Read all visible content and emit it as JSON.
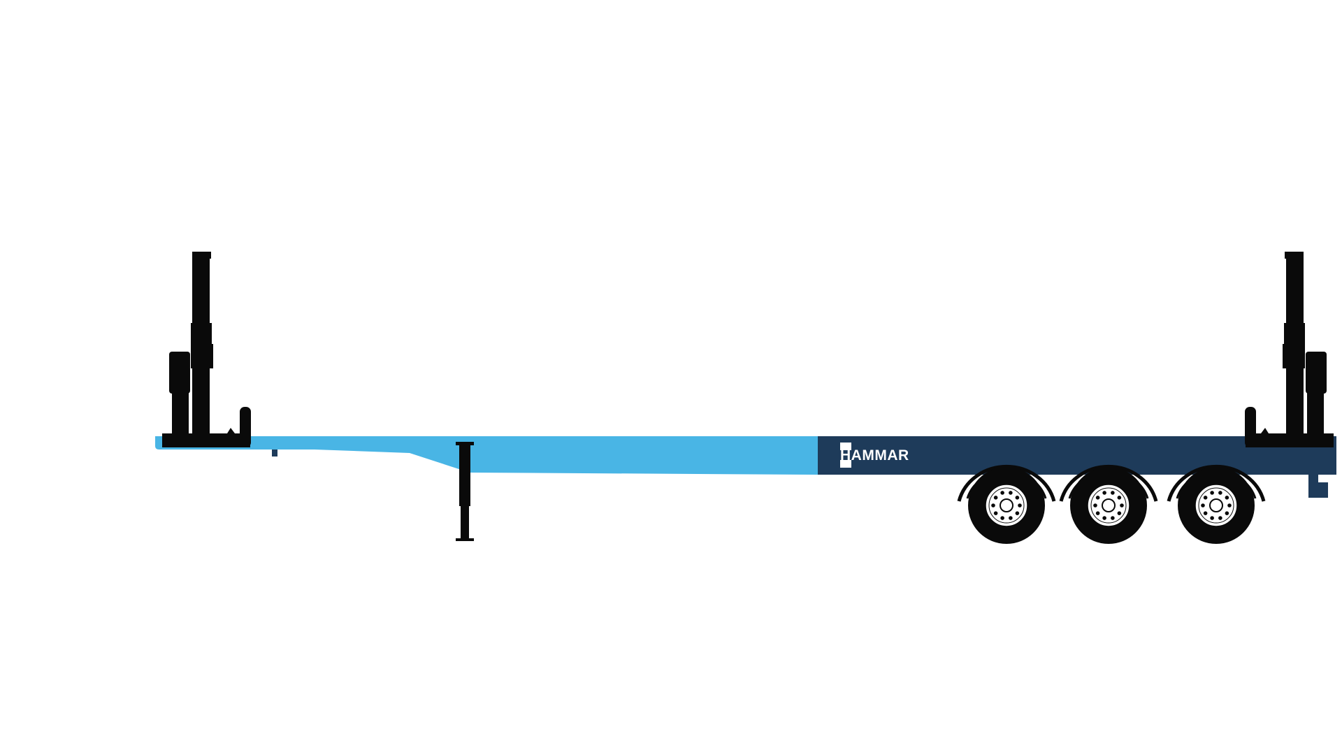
{
  "brand": {
    "name": "HAMMAR"
  },
  "colors": {
    "background": "#ffffff",
    "front_frame": "#49b5e5",
    "rear_frame": "#1e3b5a",
    "hardware": "#0a0a0a",
    "wheel_hub": "#ffffff"
  },
  "trailer": {
    "axle_count": 3,
    "lifting_towers": 2
  }
}
